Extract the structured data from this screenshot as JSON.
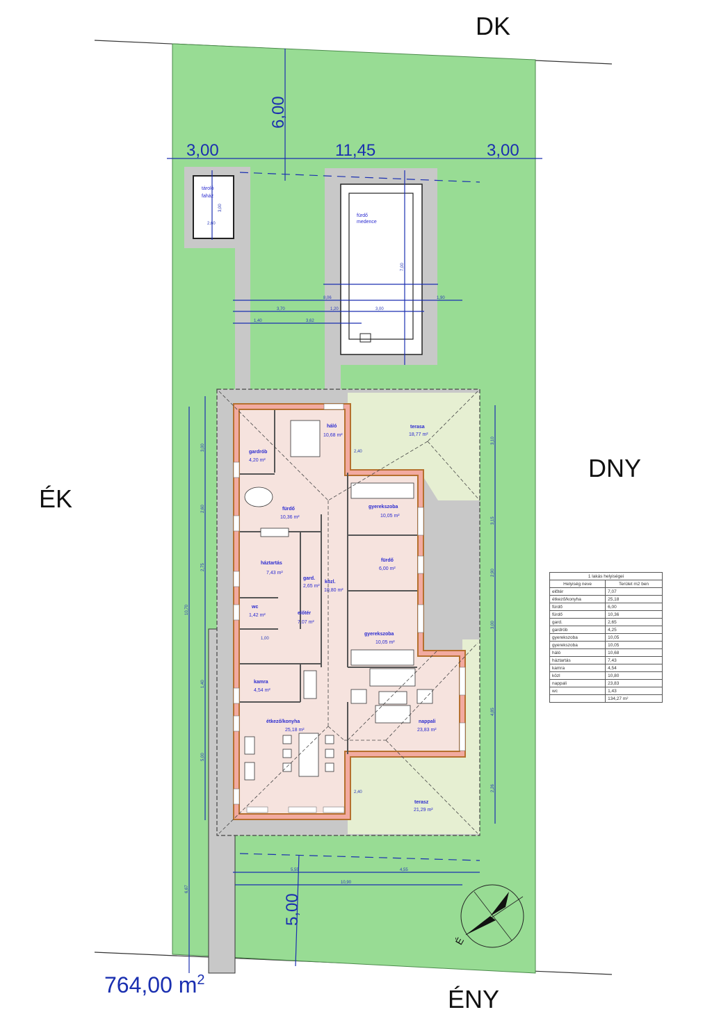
{
  "orientation": {
    "top": "DK",
    "right": "DNY",
    "left": "ÉK",
    "bottom": "ÉNY"
  },
  "plot_area": "764,00 m",
  "plot_area_sup": "2",
  "main_dims": {
    "left_setback": "3,00",
    "width": "11,45",
    "right_setback": "3,00",
    "rear_setback": "6,00",
    "front_setback": "5,00"
  },
  "structures": {
    "shed_name": "tároló",
    "shed_sub": "faház",
    "pool_name": "fürdő",
    "pool_sub": "medence"
  },
  "rooms": [
    {
      "name": "háló",
      "area": "10,68 m²"
    },
    {
      "name": "gardrób",
      "area": "4,20 m²"
    },
    {
      "name": "fürdő",
      "area": "10,36 m²"
    },
    {
      "name": "gyerekszoba",
      "area": "10,05 m²"
    },
    {
      "name": "fürdő",
      "area": "6,00 m²"
    },
    {
      "name": "háztartás",
      "area": "7,43 m²"
    },
    {
      "name": "gard.",
      "area": "2,65 m²"
    },
    {
      "name": "közl.",
      "area": "10,80 m²"
    },
    {
      "name": "wc",
      "area": "1,42 m²"
    },
    {
      "name": "előtér",
      "area": "7,07 m²"
    },
    {
      "name": "gyerekszoba",
      "area": "10,05 m²"
    },
    {
      "name": "kamra",
      "area": "4,54 m²"
    },
    {
      "name": "étkező/konyha",
      "area": "25,18 m²"
    },
    {
      "name": "nappali",
      "area": "23,83 m²"
    },
    {
      "name": "terasz",
      "area": "21,29 m²"
    },
    {
      "name": "terasa",
      "area": "18,77 m²"
    }
  ],
  "dims": [
    "10,70",
    "6,67",
    "10,90",
    "5,55",
    "4,55",
    "2,60",
    "3,00",
    "7,00",
    "8,06",
    "3,70",
    "1,20",
    "3,00",
    "1,40",
    "3,62",
    "1,90",
    "3,10",
    "3,15",
    "2,90",
    "3,00",
    "4,85",
    "2,26",
    "3,00",
    "2,60",
    "2,75",
    "1,40",
    "5,00",
    "2,40",
    "2,40",
    "1,00"
  ],
  "table": {
    "title": "1 lakás helyiségei",
    "headers": [
      "Helyiség neve",
      "Terület m2 ben"
    ],
    "rows": [
      [
        "előtér",
        "7,07"
      ],
      [
        "étkező/konyha",
        "25,18"
      ],
      [
        "fürdő",
        "6,00"
      ],
      [
        "fürdő",
        "10,36"
      ],
      [
        "gard.",
        "2,65"
      ],
      [
        "gardrób",
        "4,25"
      ],
      [
        "gyerekszoba",
        "10,05"
      ],
      [
        "gyerekszoba",
        "10,05"
      ],
      [
        "háló",
        "10,68"
      ],
      [
        "háztartás",
        "7,43"
      ],
      [
        "kamra",
        "4,54"
      ],
      [
        "közl",
        "10,80"
      ],
      [
        "nappali",
        "23,83"
      ],
      [
        "wc",
        "1,43"
      ]
    ],
    "total": "134,27 m²"
  },
  "compass_label": "É",
  "colors": {
    "lawn": "#98dc94",
    "paving": "#c8c8c8",
    "floor": "#f6e3de",
    "wall": "#f2aaa0",
    "wall_edge": "#b5702e",
    "terrace": "#e6efd2",
    "dimension": "#1a2fb0"
  }
}
